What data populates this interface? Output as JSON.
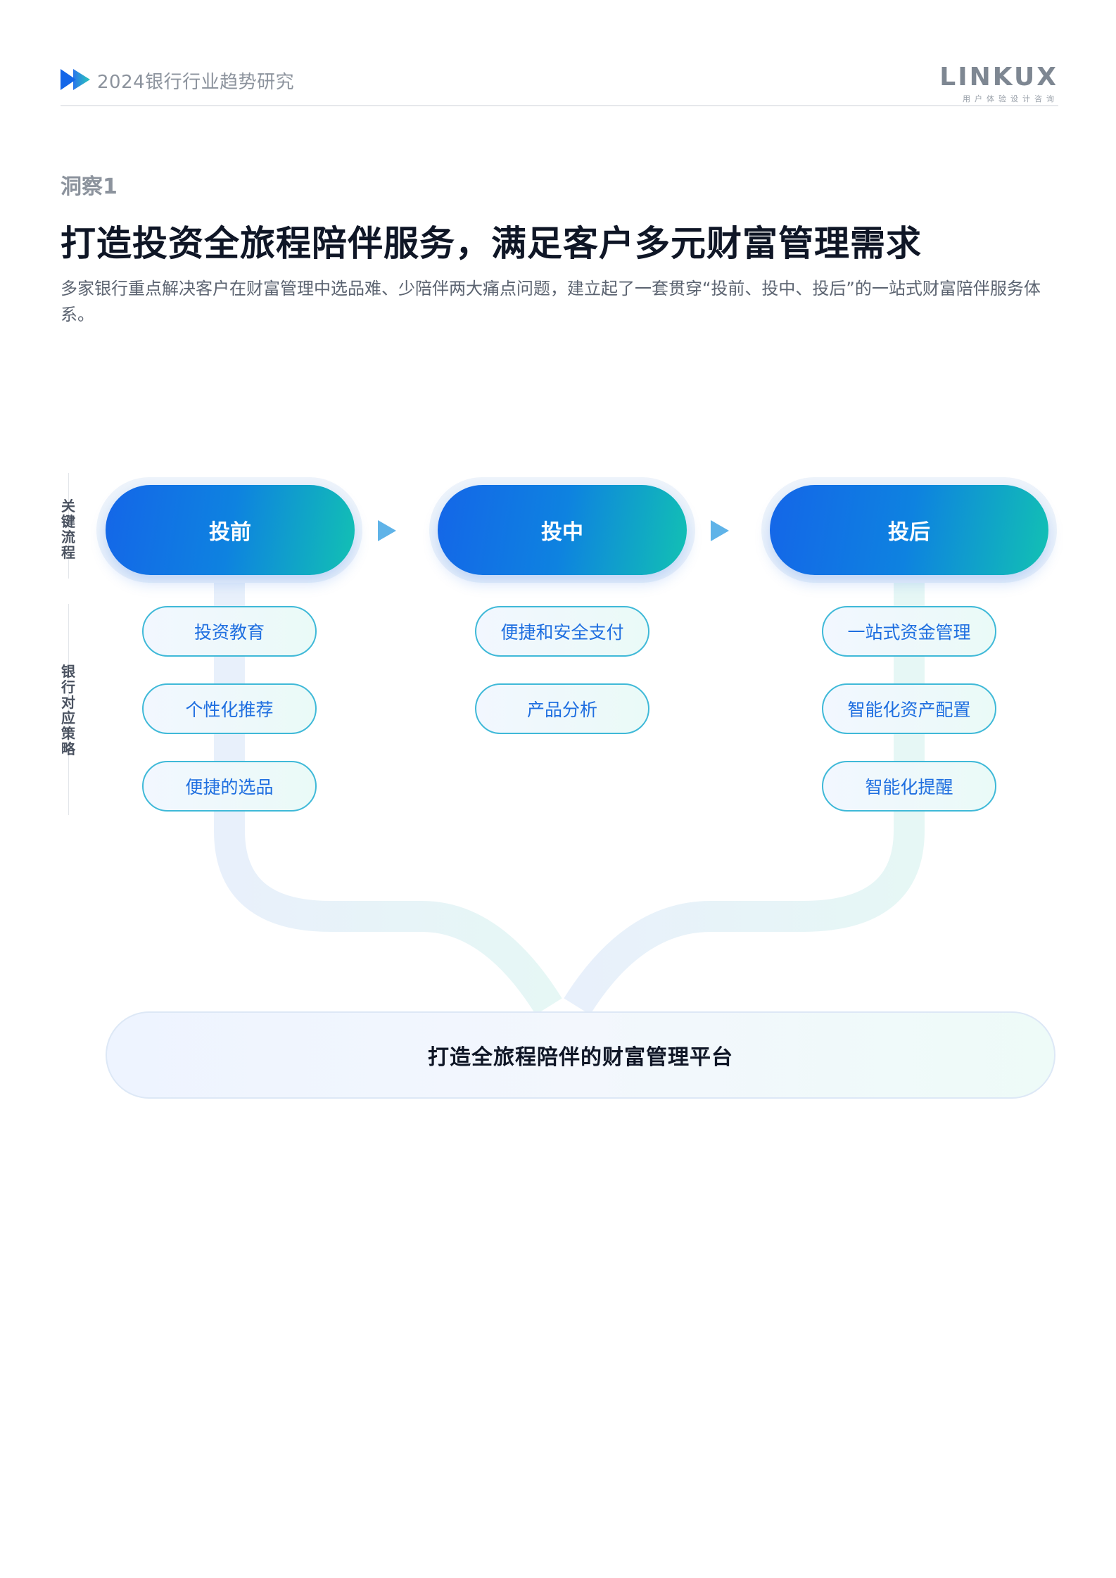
{
  "header": {
    "title": "2024银行行业趋势研究",
    "brand_name": "LINKUX",
    "brand_sub": "用户体验设计咨询"
  },
  "intro": {
    "insight_label": "洞察1",
    "title": "打造投资全旅程陪伴服务，满足客户多元财富管理需求",
    "description": "多家银行重点解决客户在财富管理中选品难、少陪伴两大痛点问题，建立起了一套贯穿“投前、投中、投后”的一站式财富陪伴服务体系。"
  },
  "diagram": {
    "row_labels": [
      "关键流程",
      "银行对应策略"
    ],
    "stages": [
      {
        "label": "投前",
        "strategies": [
          "投资教育",
          "个性化推荐",
          "便捷的选品"
        ]
      },
      {
        "label": "投中",
        "strategies": [
          "便捷和安全支付",
          "产品分析"
        ]
      },
      {
        "label": "投后",
        "strategies": [
          "一站式资金管理",
          "智能化资产配置",
          "智能化提醒"
        ]
      }
    ],
    "platform": "打造全旅程陪伴的财富管理平台"
  },
  "colors": {
    "gradient_start": "#1466e8",
    "gradient_end": "#12c1b3",
    "pill_border": "#3fb9d8",
    "pill_text": "#1f6fe0"
  }
}
